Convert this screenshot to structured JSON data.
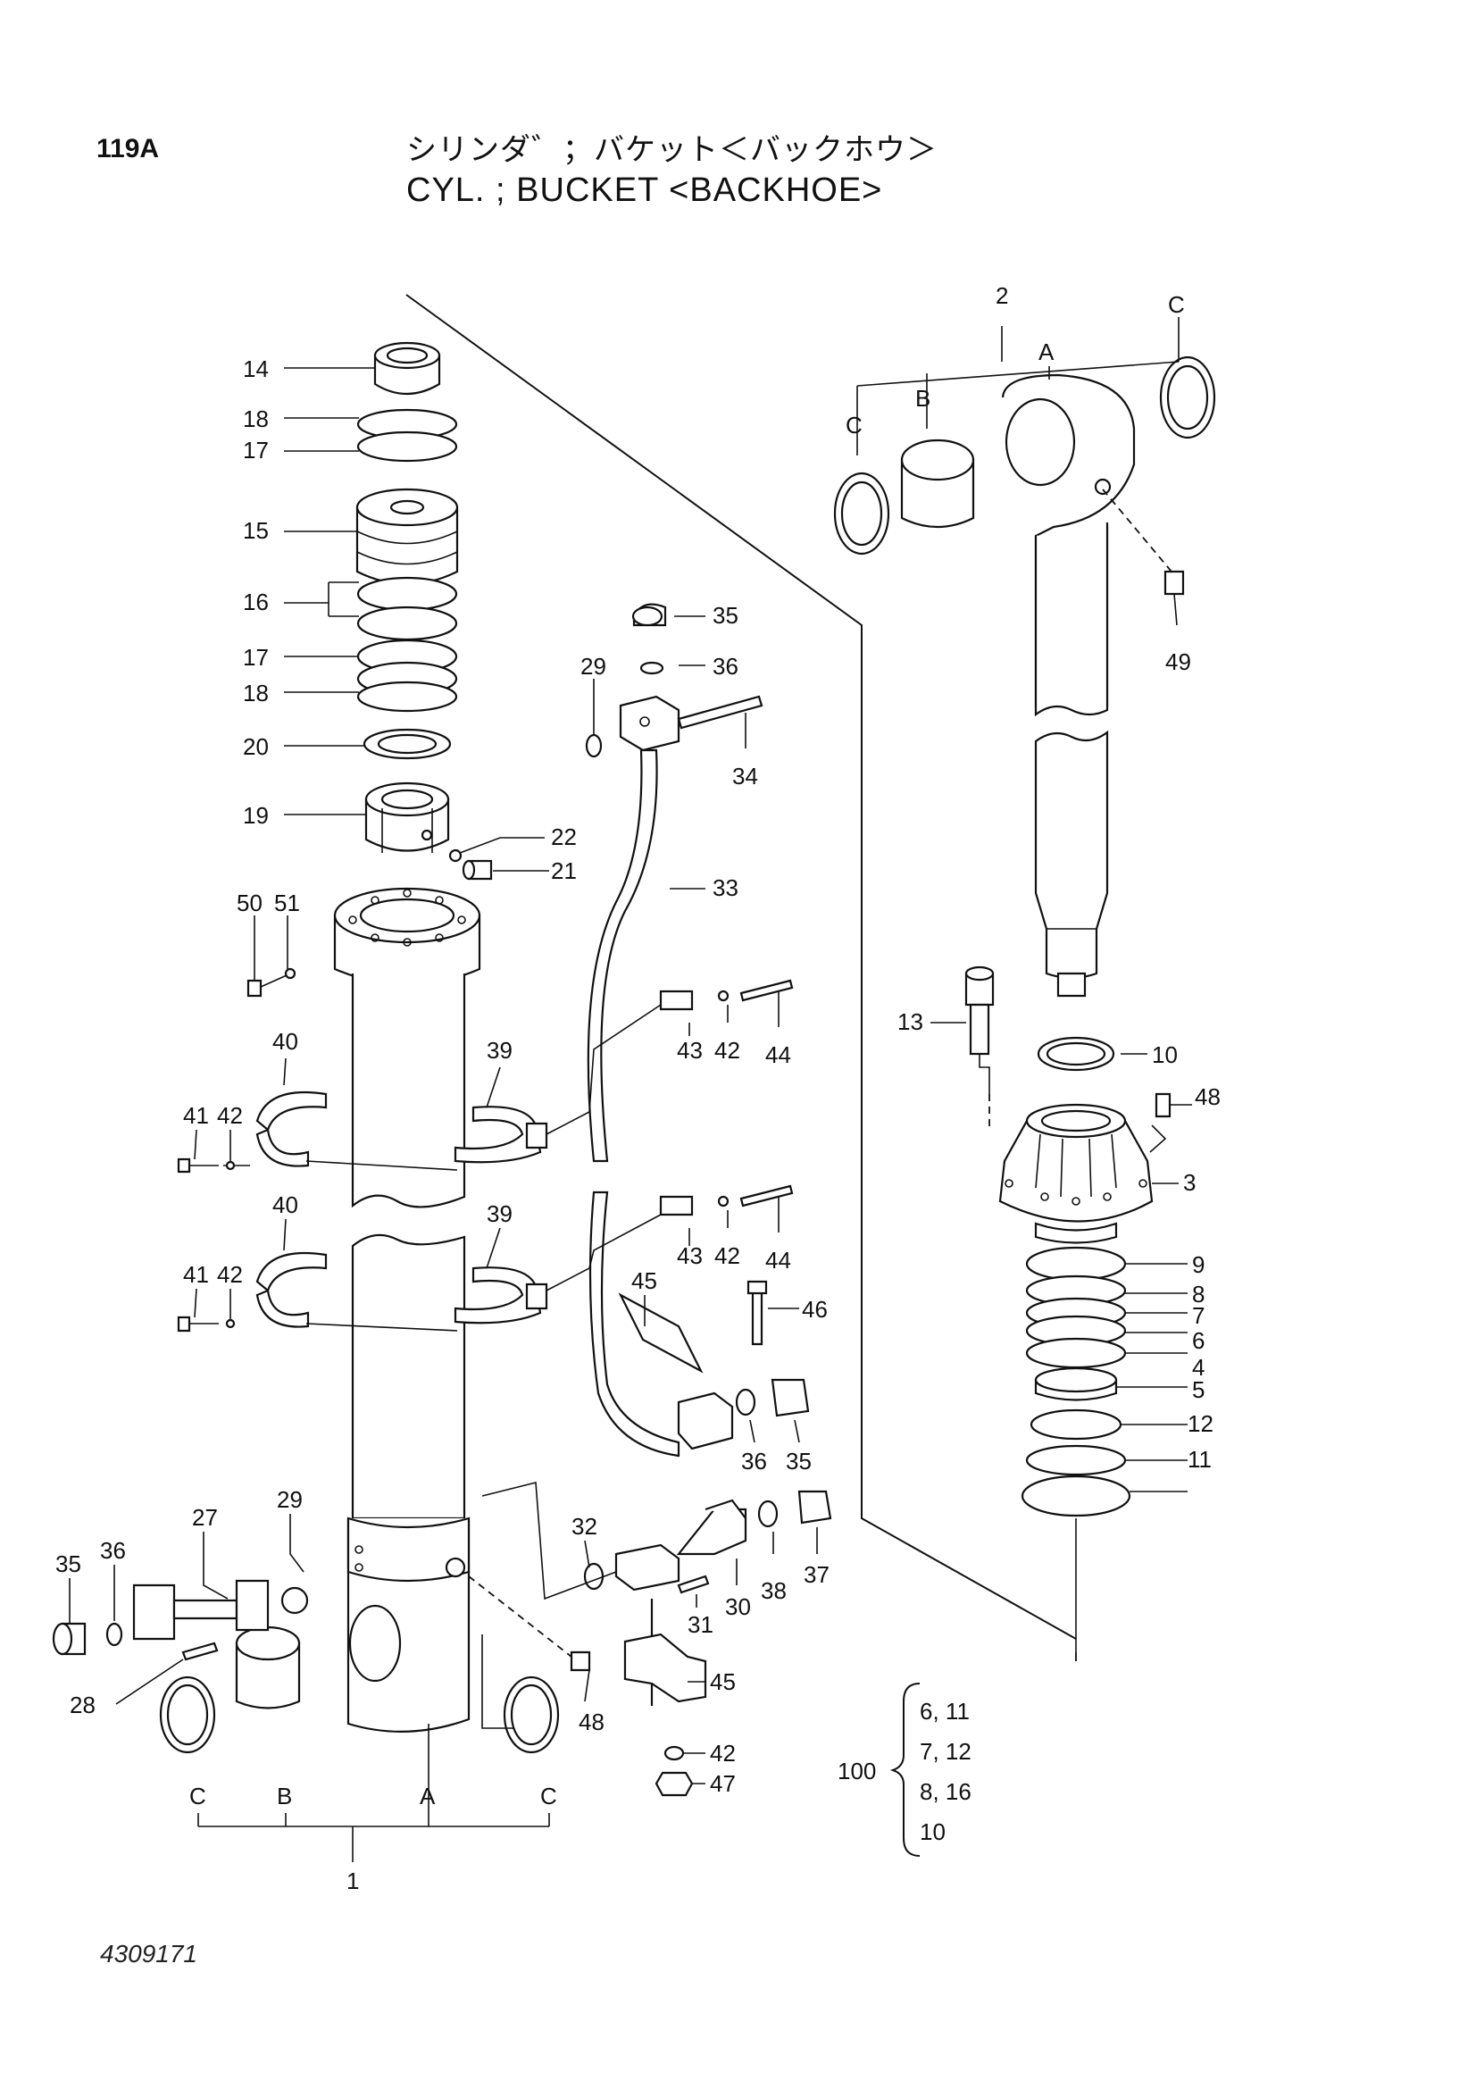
{
  "page_code": "119A",
  "title_jp": "シリンダ゛；バケット＜バックホウ＞",
  "title_en": "CYL. ; BUCKET <BACKHOE>",
  "doc_number": "4309171",
  "callouts": {
    "c14": "14",
    "c18a": "18",
    "c17a": "17",
    "c15": "15",
    "c16": "16",
    "c17b": "17",
    "c18b": "18",
    "c20": "20",
    "c19": "19",
    "c22": "22",
    "c21": "21",
    "c50": "50",
    "c51": "51",
    "c40a": "40",
    "c39a": "39",
    "c41a": "41",
    "c42a": "42",
    "c40b": "40",
    "c39b": "39",
    "c41b": "41",
    "c42b": "42",
    "c29a": "29",
    "c27": "27",
    "c35a": "35",
    "c36a": "36",
    "c28": "28",
    "c48a": "48",
    "c32": "32",
    "c29b": "29",
    "c35b": "35",
    "c36b": "36",
    "c34": "34",
    "c33": "33",
    "c43a": "43",
    "c42c": "42",
    "c44a": "44",
    "c43b": "43",
    "c42d": "42",
    "c44b": "44",
    "c45a": "45",
    "c46": "46",
    "c36c": "36",
    "c35c": "35",
    "c30": "30",
    "c31": "31",
    "c38": "38",
    "c37": "37",
    "c45b": "45",
    "c42e": "42",
    "c47": "47",
    "c2": "2",
    "cA1": "A",
    "cB1": "B",
    "cC1": "C",
    "cC2": "C",
    "c49": "49",
    "c13": "13",
    "c10": "10",
    "c48b": "48",
    "c3": "3",
    "c9": "9",
    "c8": "8",
    "c7": "7",
    "c6": "6",
    "c4": "4",
    "c5": "5",
    "c12": "12",
    "c11": "11",
    "cC3": "C",
    "cB2": "B",
    "cA2": "A",
    "cC4": "C",
    "c1": "1"
  },
  "kit": {
    "number": "100",
    "lines": [
      "6, 11",
      "7, 12",
      "8, 16",
      "10"
    ]
  }
}
